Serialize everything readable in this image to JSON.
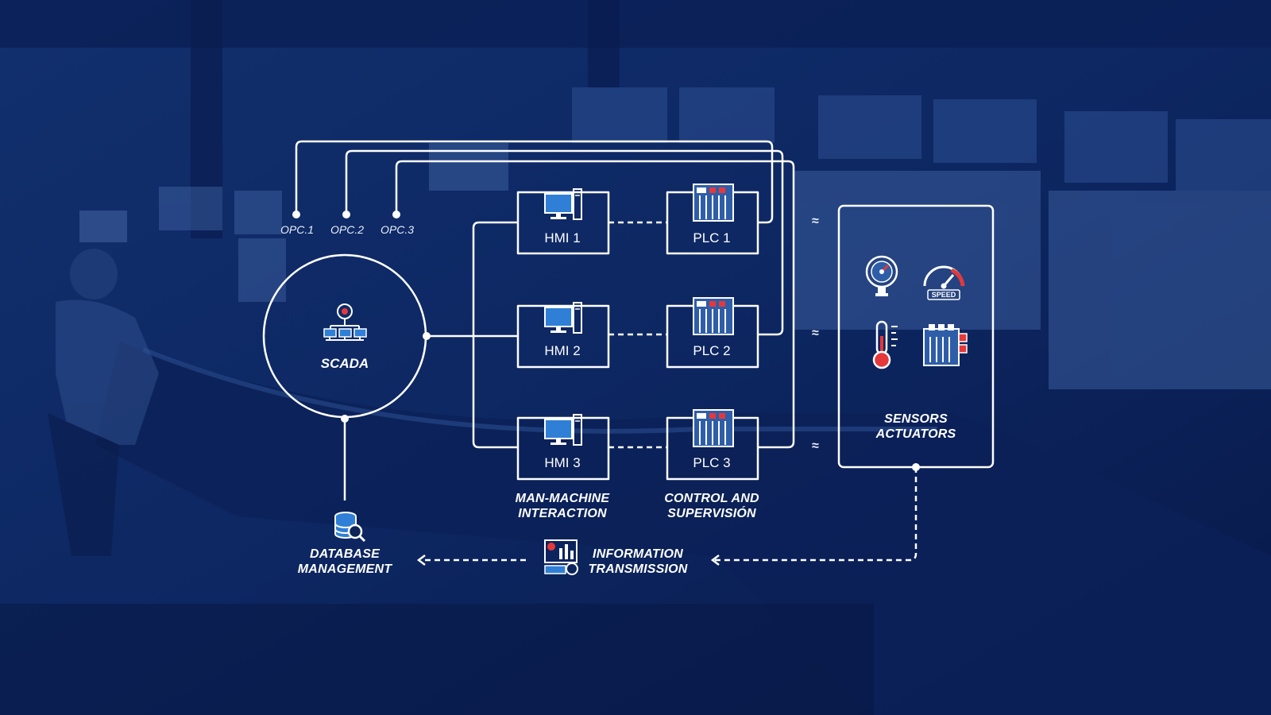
{
  "scada": {
    "label": "SCADA"
  },
  "opc": [
    "OPC.1",
    "OPC.2",
    "OPC.3"
  ],
  "hmi": [
    "HMI 1",
    "HMI 2",
    "HMI 3"
  ],
  "plc": [
    "PLC 1",
    "PLC 2",
    "PLC 3"
  ],
  "groups": {
    "hmi_caption": [
      "MAN-MACHINE",
      "INTERACTION"
    ],
    "plc_caption": [
      "CONTROL AND",
      "SUPERVISIÓN"
    ],
    "sensors_caption": [
      "SENSORS",
      "ACTUATORS"
    ]
  },
  "database": {
    "caption": [
      "DATABASE",
      "MANAGEMENT"
    ]
  },
  "transmission": {
    "caption": [
      "INFORMATION",
      "TRANSMISSION"
    ]
  },
  "approx_symbol": "≈",
  "sensor_icons": [
    "pressure-gauge-icon",
    "speedometer-icon",
    "thermometer-icon",
    "actuator-panel-icon"
  ],
  "speed_badge": "SPEED",
  "colors": {
    "background": "#0c2458",
    "line": "#ffffff",
    "accent_red": "#e5383b"
  }
}
